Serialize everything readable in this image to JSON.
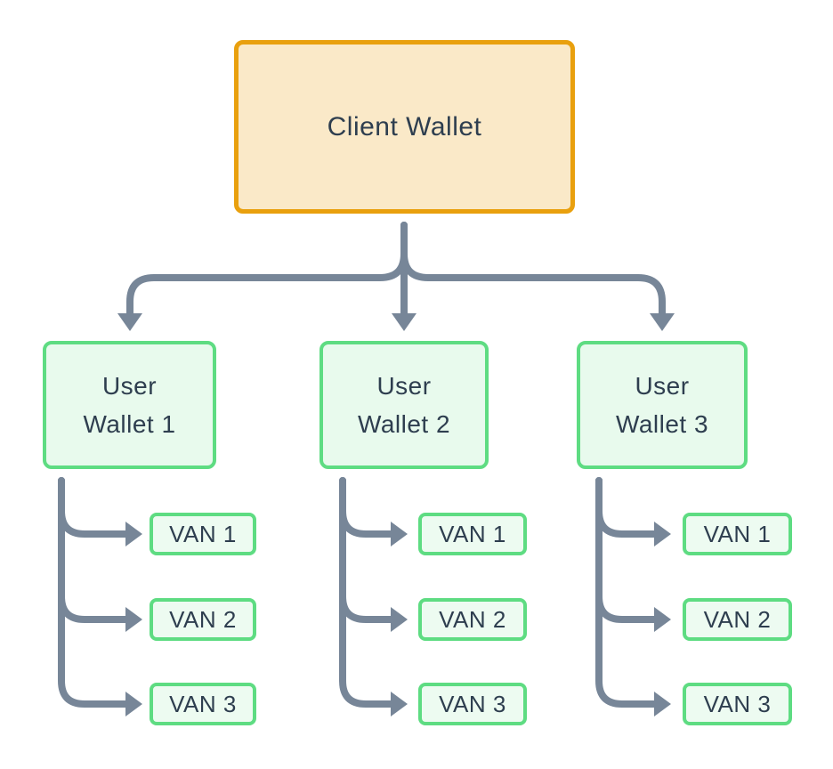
{
  "colors": {
    "root_border": "#E9A00E",
    "root_fill": "#FAE9C8",
    "node_border": "#5EDC82",
    "node_fill": "#E8FAED",
    "connector": "#778698",
    "text": "#2E3E4F"
  },
  "diagram": {
    "root": {
      "label": "Client Wallet"
    },
    "wallets": [
      {
        "lines": [
          "User",
          "Wallet 1"
        ],
        "vans": [
          "VAN 1",
          "VAN 2",
          "VAN 3"
        ]
      },
      {
        "lines": [
          "User",
          "Wallet 2"
        ],
        "vans": [
          "VAN 1",
          "VAN 2",
          "VAN 3"
        ]
      },
      {
        "lines": [
          "User",
          "Wallet 3"
        ],
        "vans": [
          "VAN 1",
          "VAN 2",
          "VAN 3"
        ]
      }
    ]
  }
}
